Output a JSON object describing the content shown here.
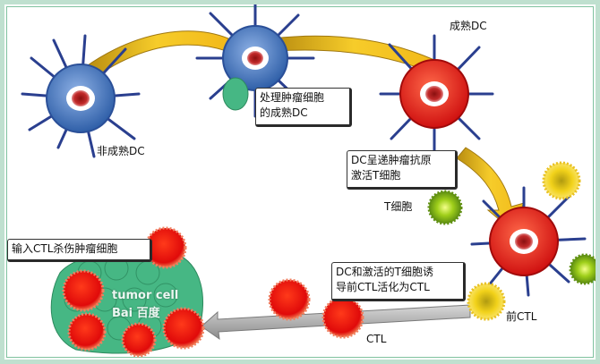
{
  "labels": {
    "immature_dc": "非成熟DC",
    "mature_dc": "成熟DC",
    "t_cell": "T细胞",
    "pre_ctl": "前CTL",
    "ctl": "CTL"
  },
  "boxes": {
    "process": [
      "处理肿瘤细胞",
      "的成熟DC"
    ],
    "present": [
      "DC呈递肿瘤抗原",
      "激活T细胞"
    ],
    "induce": [
      "DC和激活的T细胞诱",
      "导前CTL活化为CTL"
    ],
    "infuse": [
      "输入CTL杀伤肿瘤细胞"
    ]
  },
  "watermark": {
    "tumor_text": "tumor cell",
    "baidu_text": "Bai 百度"
  },
  "colors": {
    "dc_immature": "#3d6fb6",
    "dc_mature": "#e31b1b",
    "dc_spike": "#2a3f8f",
    "arrow_yellow": "#f2c21a",
    "arrow_grey": "#9a9a9a",
    "t_cell_green": "#8cbf1a",
    "pre_ctl_yellow": "#f2d21a",
    "ctl_red": "#e81010",
    "tumor_green": "#3fb07c"
  }
}
